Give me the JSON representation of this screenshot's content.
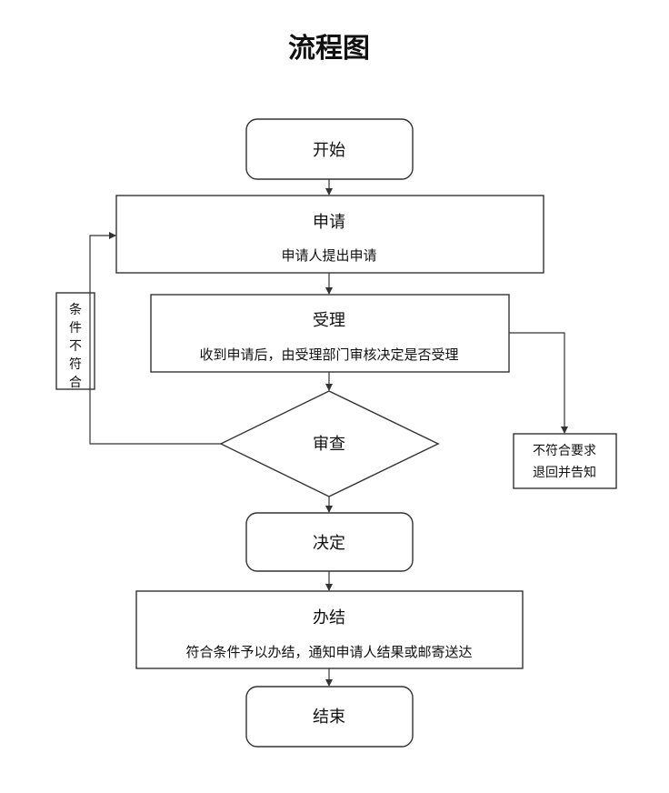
{
  "title": "流程图",
  "nodes": {
    "start": {
      "label": "开始"
    },
    "apply": {
      "label": "申请",
      "sub": "申请人提出申请"
    },
    "accept": {
      "label": "受理",
      "sub": "收到申请后，由受理部门审核决定是否受理"
    },
    "review": {
      "label": "审查"
    },
    "decide": {
      "label": "决定"
    },
    "conclude": {
      "label": "办结",
      "sub": "符合条件予以办结，通知申请人结果或邮寄送达"
    },
    "end": {
      "label": "结束"
    }
  },
  "side_notes": {
    "not_qualified": [
      "条",
      "件",
      "不",
      "符",
      "合"
    ],
    "reject": [
      "不符合要求",
      "退回并告知"
    ]
  },
  "colors": {
    "stroke": "#333333",
    "text": "#111111",
    "background": "#ffffff"
  }
}
